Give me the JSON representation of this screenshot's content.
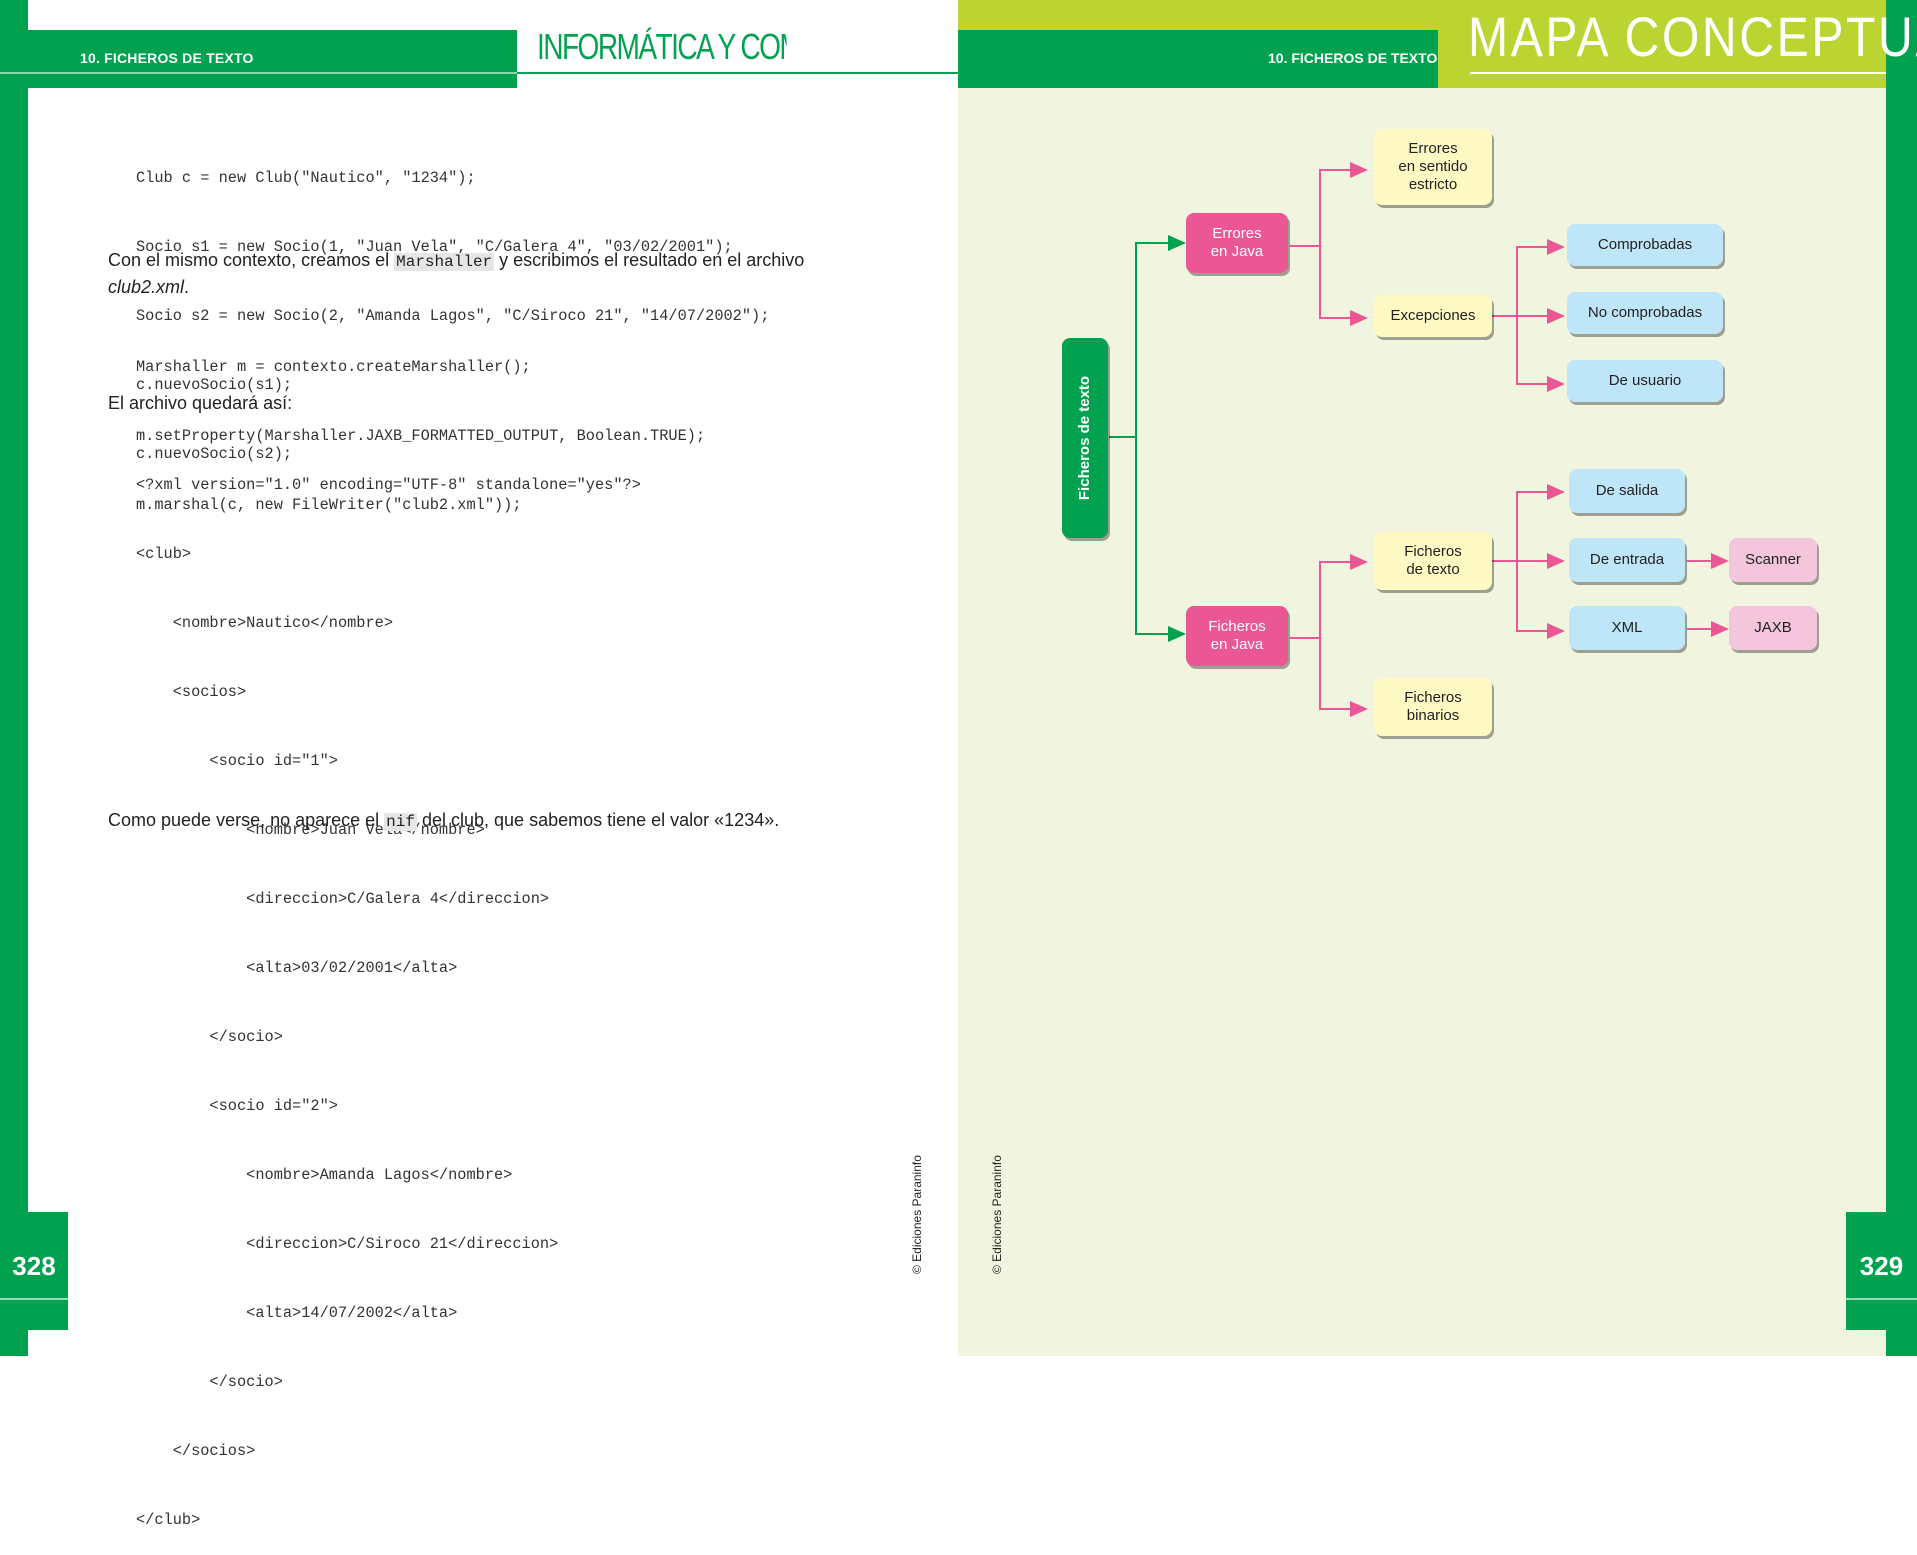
{
  "left_page": {
    "chapter": "10. FICHEROS DE TEXTO",
    "brand": "INFORMÁTICA Y COMUNICACIONES",
    "code_block_1": [
      "Club c = new Club(\"Nautico\", \"1234\");",
      "Socio s1 = new Socio(1, \"Juan Vela\", \"C/Galera 4\", \"03/02/2001\");",
      "Socio s2 = new Socio(2, \"Amanda Lagos\", \"C/Siroco 21\", \"14/07/2002\");",
      "c.nuevoSocio(s1);",
      "c.nuevoSocio(s2);"
    ],
    "para_1": {
      "before": "Con el mismo contexto, creamos el ",
      "code": "Marshaller",
      "after": " y escribimos el resultado en el archivo",
      "file": "club2.xml",
      "end": "."
    },
    "code_block_2": [
      "Marshaller m = contexto.createMarshaller();",
      "m.setProperty(Marshaller.JAXB_FORMATTED_OUTPUT, Boolean.TRUE);",
      "m.marshal(c, new FileWriter(\"club2.xml\"));"
    ],
    "para_2": "El archivo quedará así:",
    "code_block_3": [
      "<?xml version=\"1.0\" encoding=\"UTF-8\" standalone=\"yes\"?>",
      "<club>",
      "    <nombre>Nautico</nombre>",
      "    <socios>",
      "        <socio id=\"1\">",
      "            <nombre>Juan Vela</nombre>",
      "            <direccion>C/Galera 4</direccion>",
      "            <alta>03/02/2001</alta>",
      "        </socio>",
      "        <socio id=\"2\">",
      "            <nombre>Amanda Lagos</nombre>",
      "            <direccion>C/Siroco 21</direccion>",
      "            <alta>14/07/2002</alta>",
      "        </socio>",
      "    </socios>",
      "</club>"
    ],
    "para_3": {
      "before": "Como puede verse, no aparece el ",
      "code": "nif",
      "after": " del club, que sabemos tiene el valor «1234»."
    },
    "copyright": "© Ediciones Paraninfo",
    "page_number": "328"
  },
  "right_page": {
    "chapter": "10. FICHEROS DE TEXTO",
    "title": "MAPA CONCEPTUAL",
    "copyright": "© Ediciones Paraninfo",
    "page_number": "329",
    "concept_map": {
      "root": "Ficheros de texto",
      "errores_java": [
        "Errores",
        "en Java"
      ],
      "ficheros_java": [
        "Ficheros",
        "en Java"
      ],
      "errores_estricto": [
        "Errores",
        "en sentido",
        "estricto"
      ],
      "excepciones": "Excepciones",
      "comprobadas": "Comprobadas",
      "no_comprobadas": "No comprobadas",
      "de_usuario": "De usuario",
      "ficheros_texto": [
        "Ficheros",
        "de texto"
      ],
      "ficheros_binarios": [
        "Ficheros",
        "binarios"
      ],
      "de_salida": "De salida",
      "de_entrada": "De entrada",
      "xml": "XML",
      "scanner": "Scanner",
      "jaxb": "JAXB"
    }
  },
  "colors": {
    "green": "#00a24f",
    "lime": "#bcd431",
    "map_background": "#f1f5df",
    "pink": "#ea5794",
    "yellow": "#fff9c4",
    "blue": "#bfe6f8",
    "light_pink": "#f4c6dc"
  }
}
